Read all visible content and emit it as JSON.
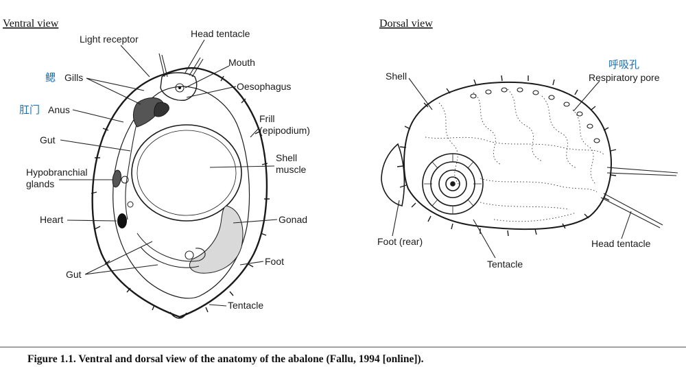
{
  "ventral": {
    "title": "Ventral view",
    "labels": {
      "light_receptor": "Light receptor",
      "head_tentacle": "Head tentacle",
      "mouth": "Mouth",
      "gills_zh": "鳃",
      "gills": "Gills",
      "oesophagus": "Oesophagus",
      "anus_zh": "肛门",
      "anus": "Anus",
      "frill_1": "Frill",
      "frill_2": "(epipodium)",
      "gut_upper": "Gut",
      "shell_muscle_1": "Shell",
      "shell_muscle_2": "muscle",
      "hypobranchial_1": "Hypobranchial",
      "hypobranchial_2": "glands",
      "heart": "Heart",
      "gonad": "Gonad",
      "foot": "Foot",
      "gut_lower": "Gut",
      "tentacle": "Tentacle"
    }
  },
  "dorsal": {
    "title": "Dorsal view",
    "labels": {
      "shell": "Shell",
      "respiratory_pore_zh": "呼吸孔",
      "respiratory_pore": "Respiratory pore",
      "foot_rear": "Foot (rear)",
      "tentacle": "Tentacle",
      "head_tentacle": "Head tentacle"
    }
  },
  "caption": "Figure 1.1.  Ventral and dorsal view of the anatomy of the abalone (Fallu, 1994 [online]).",
  "colors": {
    "chinese_labels": "#1b6fb5",
    "ink": "#1a1a1a"
  }
}
